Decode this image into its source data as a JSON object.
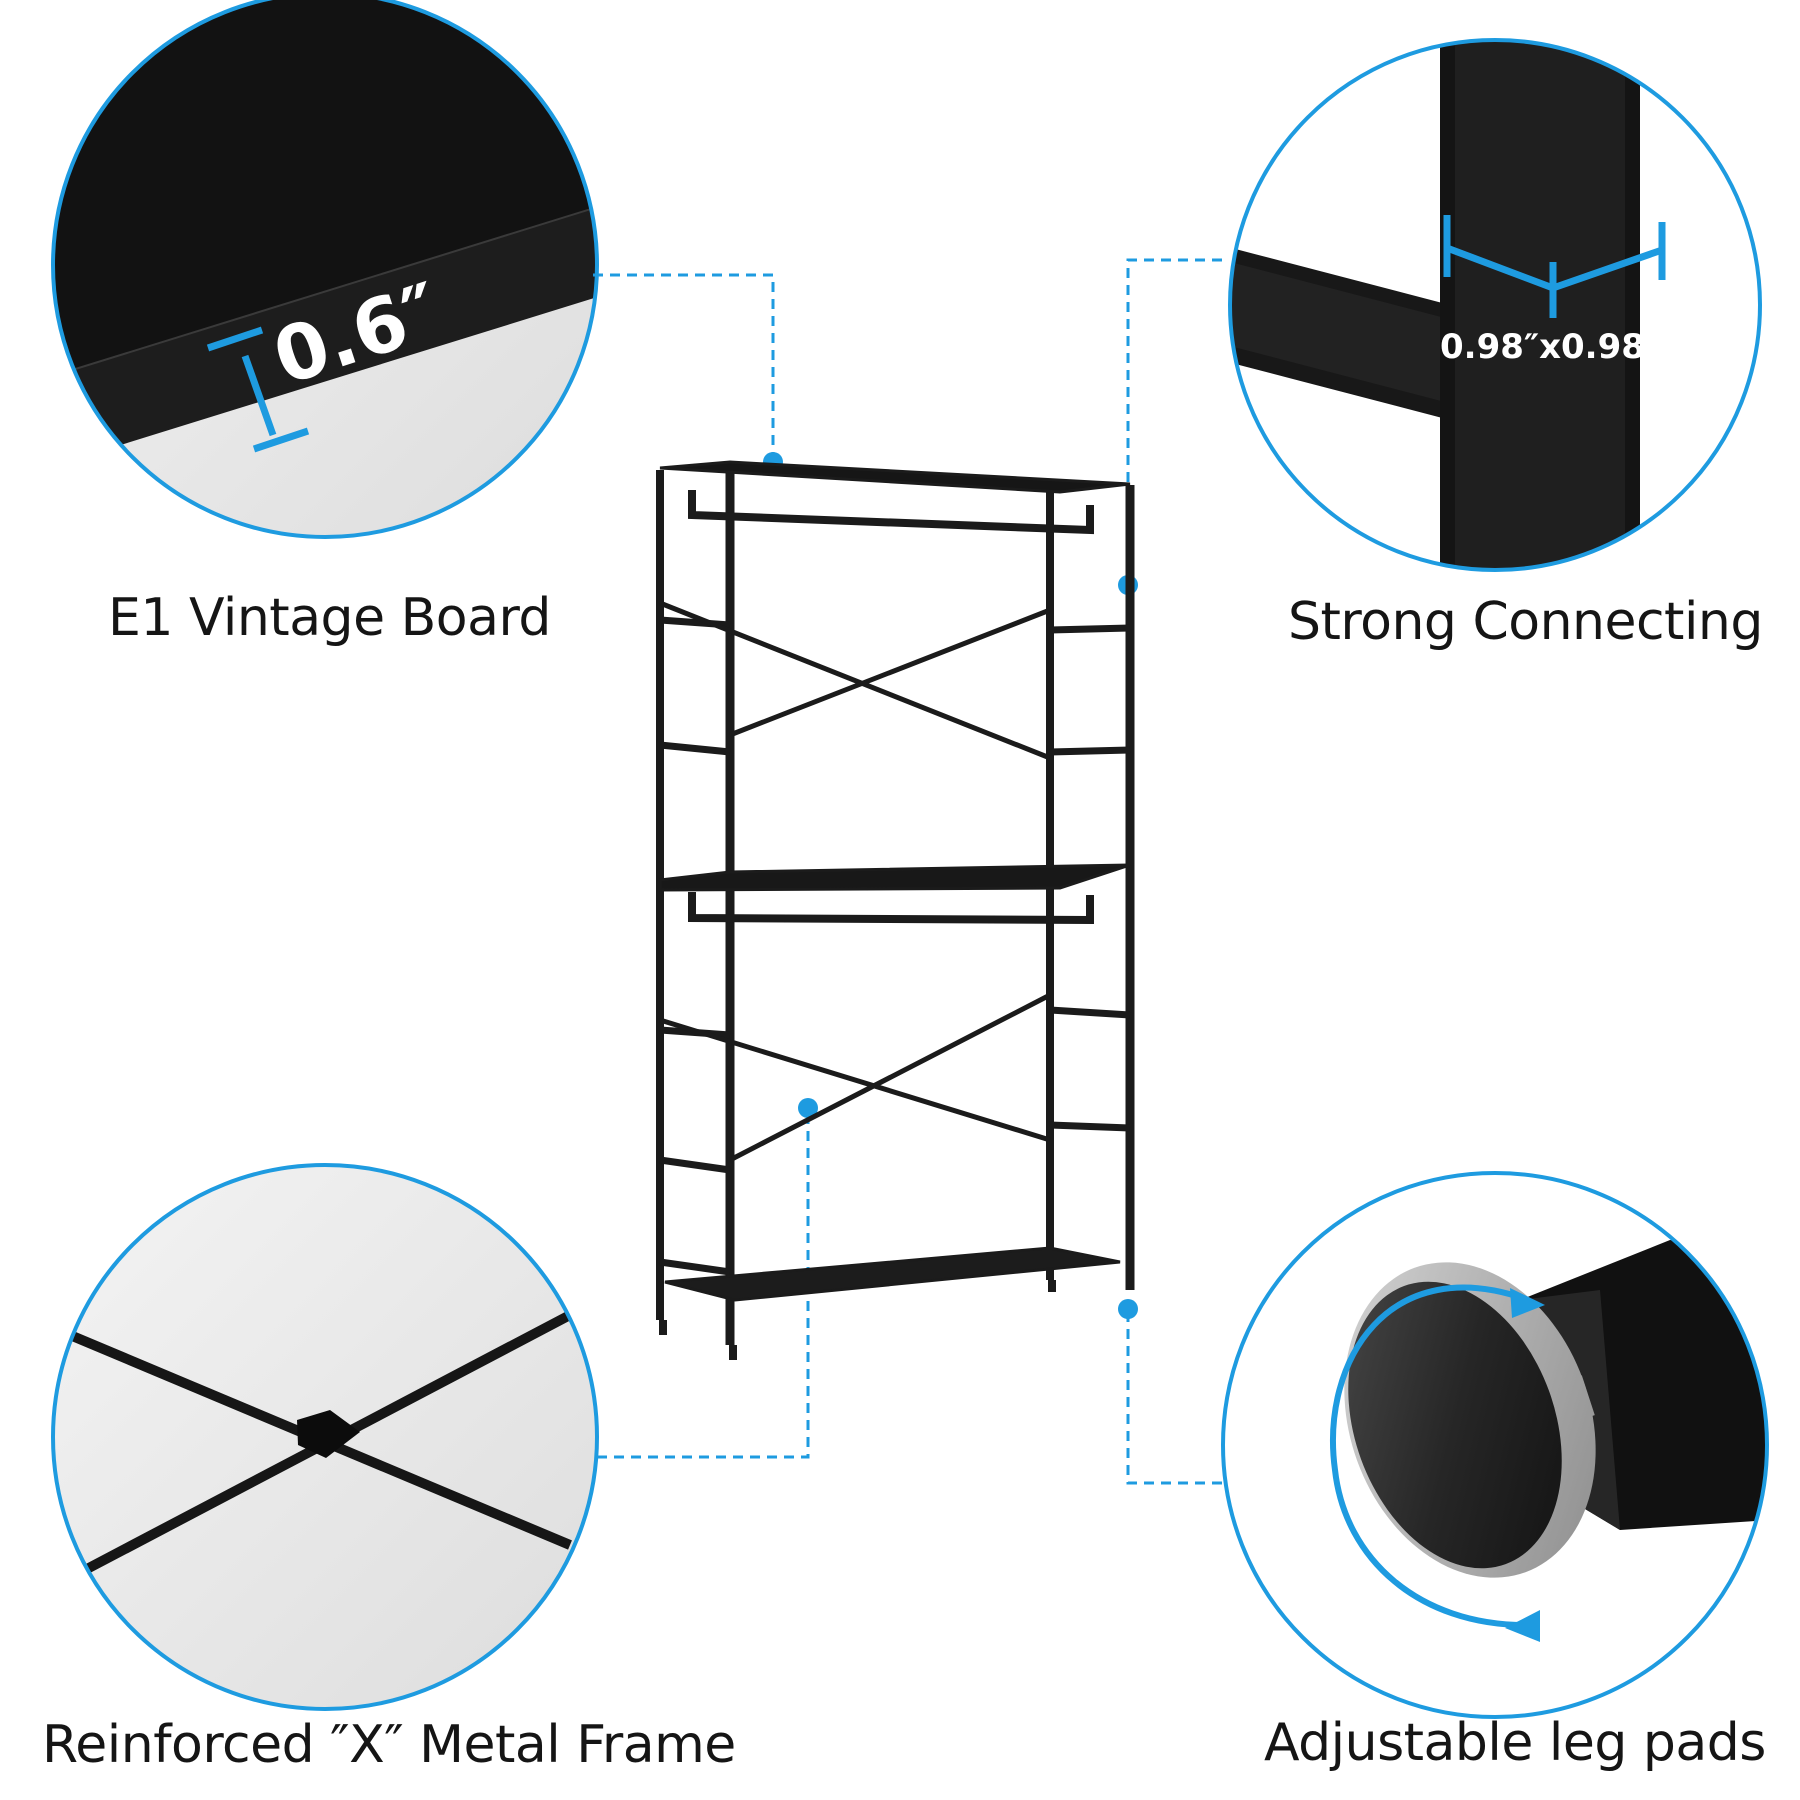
{
  "colors": {
    "accent_blue": "#1e9be0",
    "board_black": "#111111",
    "frame_black": "#1a1a1a",
    "background": "#ffffff",
    "inset_light": "#e9e9e9"
  },
  "callouts": {
    "board": {
      "caption": "E1 Vintage Board",
      "dimension": "0.6″"
    },
    "connecting": {
      "caption": "Strong Connecting",
      "dimension": "0.98″x0.98″"
    },
    "frame": {
      "caption": "Reinforced ″X″ Metal Frame"
    },
    "leg": {
      "caption": "Adjustable leg pads"
    }
  }
}
